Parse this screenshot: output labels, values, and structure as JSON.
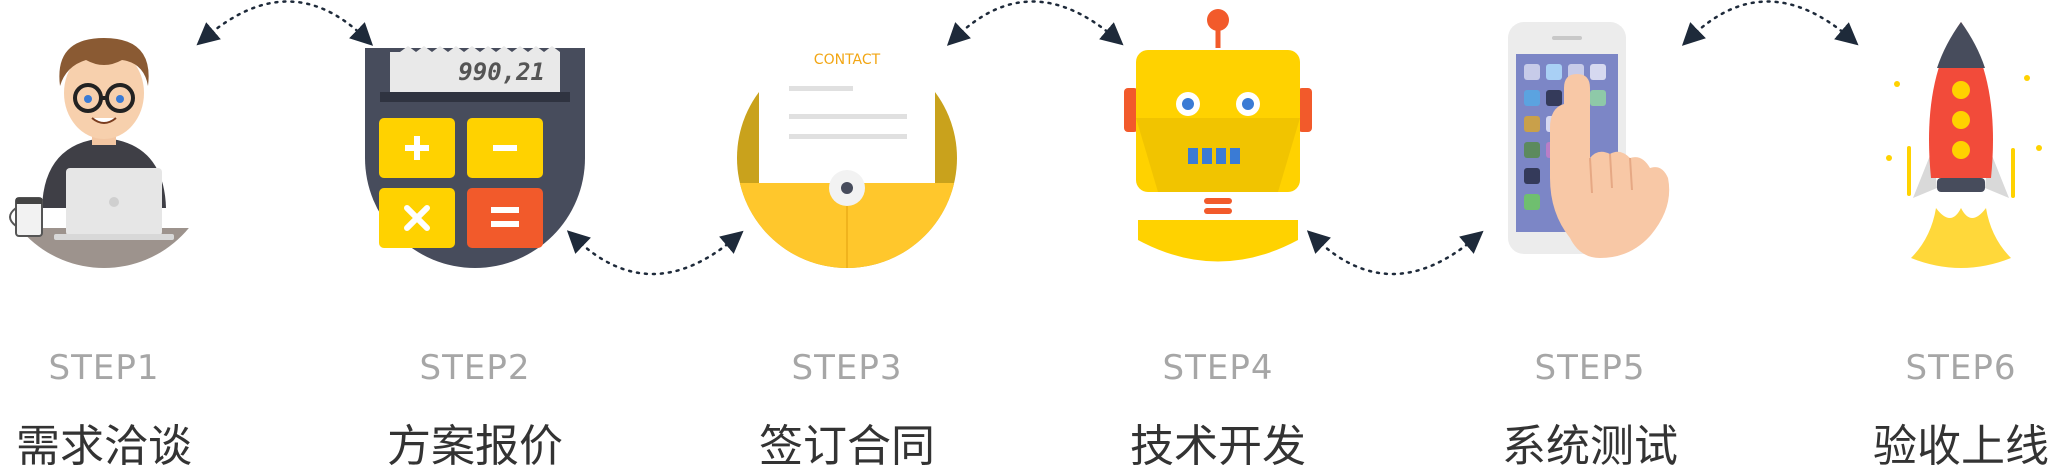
{
  "steps": [
    {
      "num": "STEP1",
      "title": "需求洽谈",
      "icon": "developer-at-laptop-icon"
    },
    {
      "num": "STEP2",
      "title": "方案报价",
      "icon": "calculator-icon"
    },
    {
      "num": "STEP3",
      "title": "签订合同",
      "icon": "contract-envelope-icon"
    },
    {
      "num": "STEP4",
      "title": "技术开发",
      "icon": "robot-icon"
    },
    {
      "num": "STEP5",
      "title": "系统测试",
      "icon": "smartphone-touch-icon"
    },
    {
      "num": "STEP6",
      "title": "验收上线",
      "icon": "rocket-launch-icon"
    }
  ],
  "illustrations": {
    "calculator_display": "990,21",
    "contract_label": "CONTACT"
  },
  "colors": {
    "step_number": "#a6a6a6",
    "step_title": "#333333",
    "yellow": "#ffd200",
    "orange_red": "#f25a2b",
    "dark_slate": "#474c5c",
    "connector": "#1e2a3a"
  }
}
